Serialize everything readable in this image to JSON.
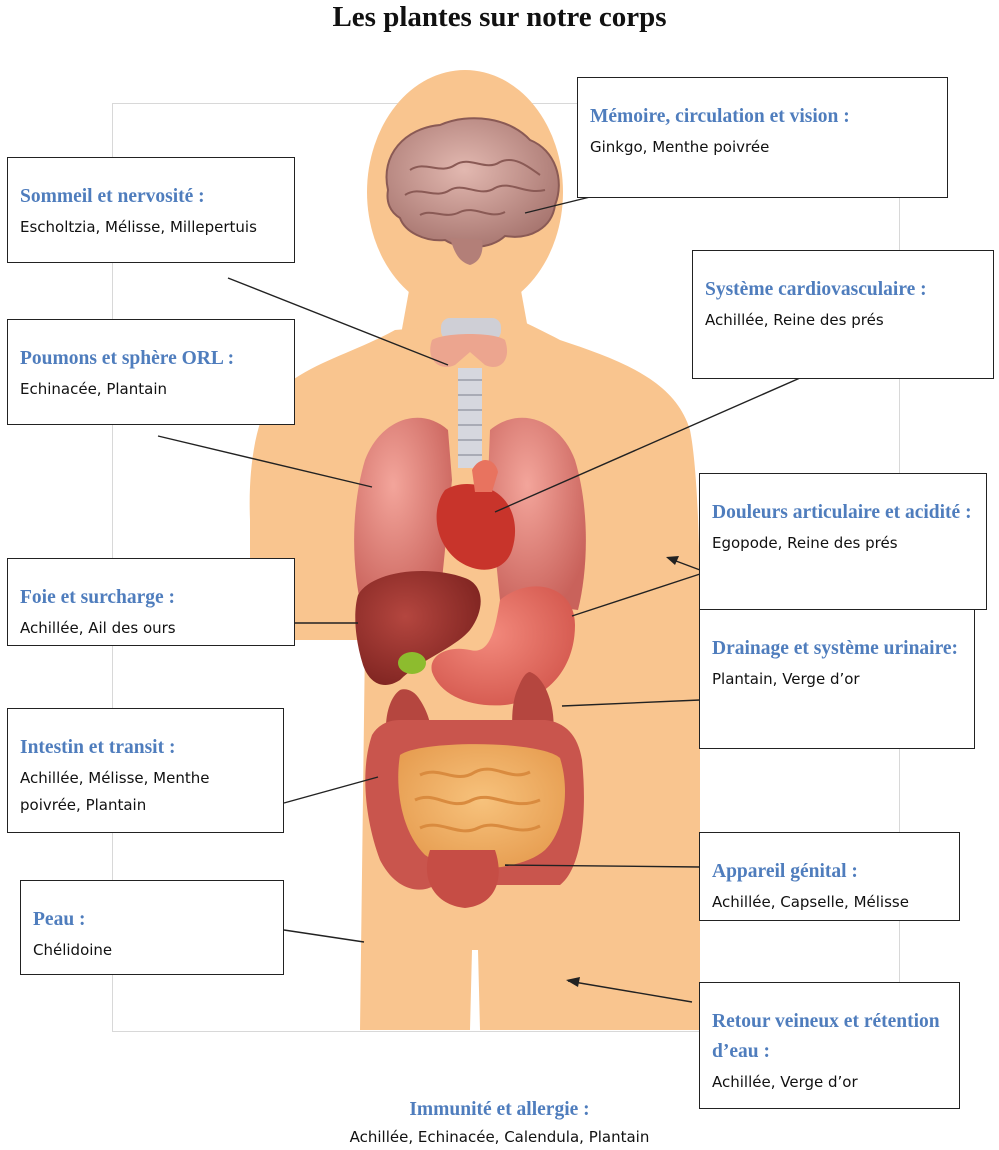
{
  "title": "Les plantes sur notre corps",
  "boxes": {
    "memoire": {
      "heading": "Mémoire, circulation et vision :",
      "plants": "Ginkgo, Menthe poivrée"
    },
    "sommeil": {
      "heading": "Sommeil et nervosité :",
      "plants": "Escholtzia, Mélisse, Millepertuis"
    },
    "cardio": {
      "heading": "Système cardiovasculaire :",
      "plants": "Achillée, Reine des prés"
    },
    "poumons": {
      "heading": "Poumons et sphère ORL :",
      "plants": "Echinacée, Plantain"
    },
    "douleurs": {
      "heading": "Douleurs articulaire et acidité :",
      "plants": "Egopode, Reine des prés"
    },
    "foie": {
      "heading": "Foie et surcharge :",
      "plants": "Achillée, Ail des ours"
    },
    "drainage": {
      "heading": "Drainage et système urinaire:",
      "plants": "Plantain, Verge d’or"
    },
    "intestin": {
      "heading": "Intestin et transit :",
      "plants": "Achillée, Mélisse, Menthe poivrée, Plantain"
    },
    "genital": {
      "heading": "Appareil génital :",
      "plants": "Achillée, Capselle, Mélisse"
    },
    "peau": {
      "heading": "Peau :",
      "plants": "Chélidoine"
    },
    "retour": {
      "heading": "Retour veineux et rétention d’eau :",
      "plants": "Achillée, Verge d’or"
    }
  },
  "footer": {
    "heading": "Immunité et allergie :",
    "plants": "Achillée, Echinacée, Calendula, Plantain"
  },
  "colors": {
    "heading": "#4f7dbd",
    "skin": "#f9c58f",
    "organ": "#d9534f"
  }
}
